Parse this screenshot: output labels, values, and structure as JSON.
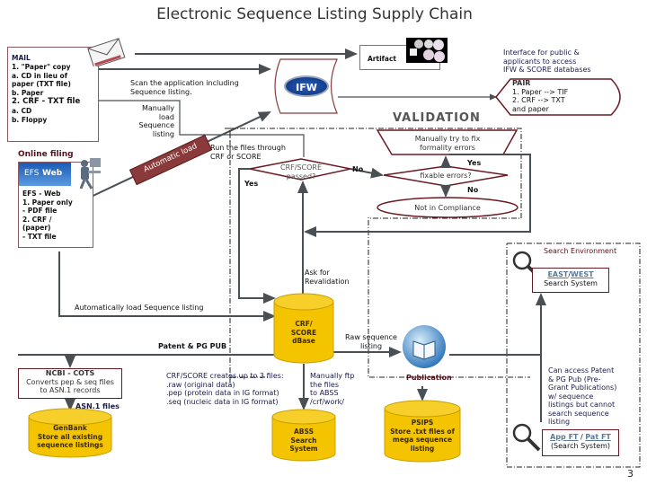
{
  "title": "Electronic Sequence Listing Supply Chain",
  "page_number": "3",
  "colors": {
    "line": "#4a4f54",
    "border_maroon": "#6a1a22",
    "cylinder_fill": "#f5c400",
    "cylinder_stroke": "#c8a000",
    "automatic_load_tag": "#8a3a3a"
  },
  "icons": {
    "mail": "envelope-icon",
    "efsweb": "efsweb-logo",
    "user": "user-at-computer-icon",
    "ifw": "ifw-logo",
    "artifact": "disc-collection-icon",
    "publication": "globe-book-icon",
    "search": "magnifier-icon"
  },
  "mail_box": {
    "heading": "MAIL",
    "items": [
      "1.  \"Paper\" copy",
      "     a.  CD in lieu of",
      "paper (TXT file)",
      "     b.  Paper",
      "2.  CRF - TXT file",
      "     a.  CD",
      "     b.  Floppy"
    ]
  },
  "online_box": {
    "heading": "Online filing",
    "logo_text_a": "EFS",
    "logo_text_b": "Web",
    "items": [
      "EFS - Web",
      "1.  Paper only",
      "      - PDF file",
      "2.  CRF /",
      "(paper)",
      "      - TXT file"
    ]
  },
  "scan_label": [
    "Scan the application including",
    "Sequence listing."
  ],
  "manual_load_label": [
    "Manually",
    "load",
    "Sequence",
    "listing"
  ],
  "automatic_load_tag": "Automatic load",
  "artifact_label": "Artifact",
  "ifw_label": "IFW",
  "interface_label": [
    "Interface for public &",
    "applicants to access",
    "IFW & SCORE databases"
  ],
  "pair_box": [
    "PAIR",
    "1. Paper --> TIF",
    "2. CRF --> TXT",
    "and paper"
  ],
  "validation_label": "VALIDATION",
  "run_files_label": [
    "Run the files through",
    "CRF or SCORE"
  ],
  "decision_passed": [
    "CRF/SCORE",
    "passed?"
  ],
  "yes_label": "Yes",
  "no_label": "No",
  "manual_fix": [
    "Manually try to fix",
    "formality errors"
  ],
  "decision_fixable": "fixable errors?",
  "fix_yes": "Yes",
  "fix_no": "No",
  "not_compliance": "Not in Compliance",
  "search_env": {
    "title": "Search Environment",
    "link_a": "EAST",
    "sep": "/",
    "link_b": "WEST",
    "system": "Search System"
  },
  "ask_revalidation": [
    "Ask for",
    "Revalidation"
  ],
  "auto_load_seq": "Automatically load Sequence listing",
  "patent_pgpub": "Patent & PG PUB",
  "crf_db": [
    "CRF/",
    "SCORE",
    "dBase"
  ],
  "raw_seq": [
    "Raw sequence",
    "listing"
  ],
  "publication_label": "Publication",
  "ncbi_box": [
    "NCBI - COTS",
    "Converts pep & seq files",
    "to ASN.1 records"
  ],
  "asn_label": "ASN.1 files",
  "genbank_db": [
    "GenBank",
    "Store all existing",
    "sequence listings"
  ],
  "crf_files_label": [
    "CRF/SCORE creates up to 3 files:",
    ".raw (original data)",
    ".pep (protein data in IG format)",
    ".seq (nucleic data in IG format)"
  ],
  "ftp_label": [
    "Manually ftp",
    "the files",
    "to ABSS",
    "/crf/work/"
  ],
  "abss_db": [
    "ABSS",
    "Search",
    "System"
  ],
  "psips_db": [
    "PSIPS",
    "Store .txt files of",
    "mega sequence",
    "listing"
  ],
  "access_note": [
    "Can access Patent",
    "& PG Pub (Pre-",
    "Grant Publications)",
    "w/ sequence",
    "listings but cannot",
    "search sequence",
    "listing"
  ],
  "appft": {
    "link_a": "App FT",
    "sep": " / ",
    "link_b": "Pat FT",
    "system": "(Search System)"
  }
}
